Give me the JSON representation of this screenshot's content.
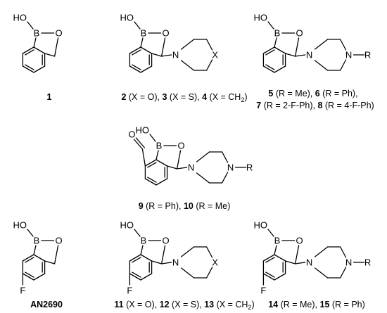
{
  "atoms": {
    "ho": "HO",
    "b": "B",
    "o": "O",
    "n": "N",
    "x": "X",
    "r": "R",
    "f": "F",
    "r_bond": "N–R"
  },
  "captions": [
    {
      "id": "c1",
      "parts": [
        {
          "t": "1",
          "bold": true
        }
      ]
    },
    {
      "id": "c2",
      "parts": [
        {
          "t": "2",
          "bold": true
        },
        {
          "t": " (X = O), "
        },
        {
          "t": "3",
          "bold": true
        },
        {
          "t": " (X = S), "
        },
        {
          "t": "4",
          "bold": true
        },
        {
          "t": " (X = CH"
        },
        {
          "t": "2",
          "sub": true
        },
        {
          "t": ")"
        }
      ]
    },
    {
      "id": "c5a",
      "parts": [
        {
          "t": "5",
          "bold": true
        },
        {
          "t": " (R = Me), "
        },
        {
          "t": "6",
          "bold": true
        },
        {
          "t": " (R = Ph),"
        }
      ]
    },
    {
      "id": "c5b",
      "parts": [
        {
          "t": "7",
          "bold": true
        },
        {
          "t": " (R = 2-F-Ph), "
        },
        {
          "t": "8",
          "bold": true
        },
        {
          "t": " (R = 4-F-Ph)"
        }
      ]
    },
    {
      "id": "c9",
      "parts": [
        {
          "t": "9",
          "bold": true
        },
        {
          "t": " (R = Ph), "
        },
        {
          "t": "10",
          "bold": true
        },
        {
          "t": " (R = Me)"
        }
      ]
    },
    {
      "id": "cAN",
      "parts": [
        {
          "t": "AN2690",
          "bold": true
        }
      ]
    },
    {
      "id": "c11",
      "parts": [
        {
          "t": "11",
          "bold": true
        },
        {
          "t": " (X = O), "
        },
        {
          "t": "12",
          "bold": true
        },
        {
          "t": " (X = S), "
        },
        {
          "t": "13",
          "bold": true
        },
        {
          "t": " (X = CH"
        },
        {
          "t": "2",
          "sub": true
        },
        {
          "t": ")"
        }
      ]
    },
    {
      "id": "c14",
      "parts": [
        {
          "t": "14",
          "bold": true
        },
        {
          "t": " (R = Me), "
        },
        {
          "t": "15",
          "bold": true
        },
        {
          "t": " (R = Ph)"
        }
      ]
    }
  ]
}
